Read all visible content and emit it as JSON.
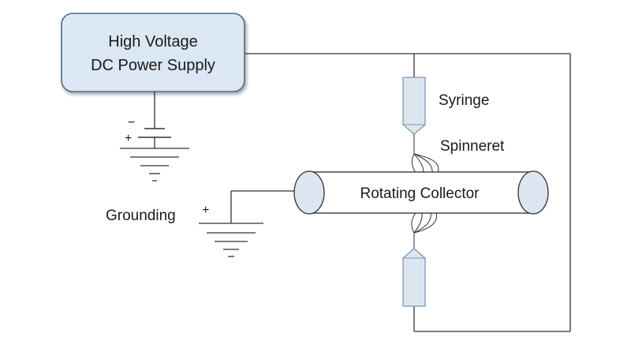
{
  "power_supply": {
    "line1": "High Voltage",
    "line2": "DC Power Supply"
  },
  "battery": {
    "minus": "−",
    "plus": "+"
  },
  "labels": {
    "syringe": "Syringe",
    "spinneret": "Spinneret",
    "collector": "Rotating Collector",
    "grounding": "Grounding",
    "grounding_plus": "+"
  },
  "colors": {
    "box_fill": "#dbe7f2",
    "box_stroke": "#4b6a86",
    "syringe_fill": "#dce6f0",
    "syringe_stroke": "#7f97ad",
    "wire": "#333333"
  }
}
